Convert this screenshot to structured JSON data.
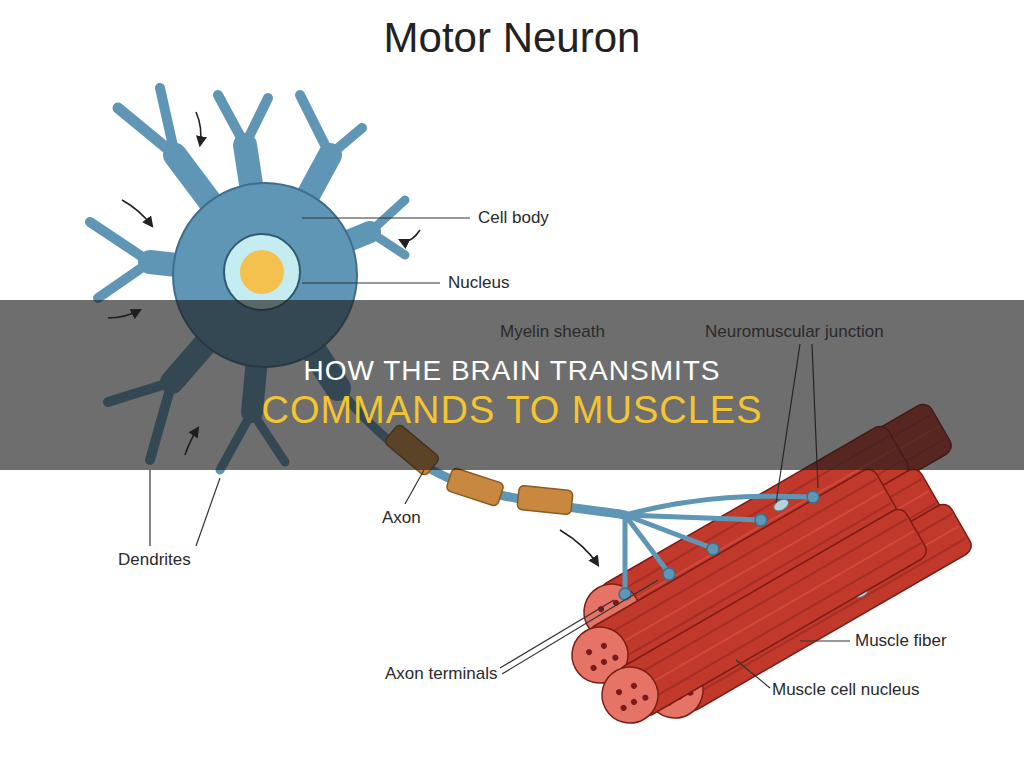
{
  "diagram": {
    "title": "Motor Neuron",
    "nodes": [
      {
        "text": [
          "HOW THE BRAIN TRANSMITS",
          "COMMANDS TO MUSCLES"
        ]
      }
    ],
    "labels": [
      "Cell body",
      "Nucleus",
      "Myelin sheath",
      "Neuromuscular junction",
      "Axon",
      "Dendrites",
      "Axon terminals",
      "Muscle fiber",
      "Muscle cell nucleus"
    ]
  }
}
